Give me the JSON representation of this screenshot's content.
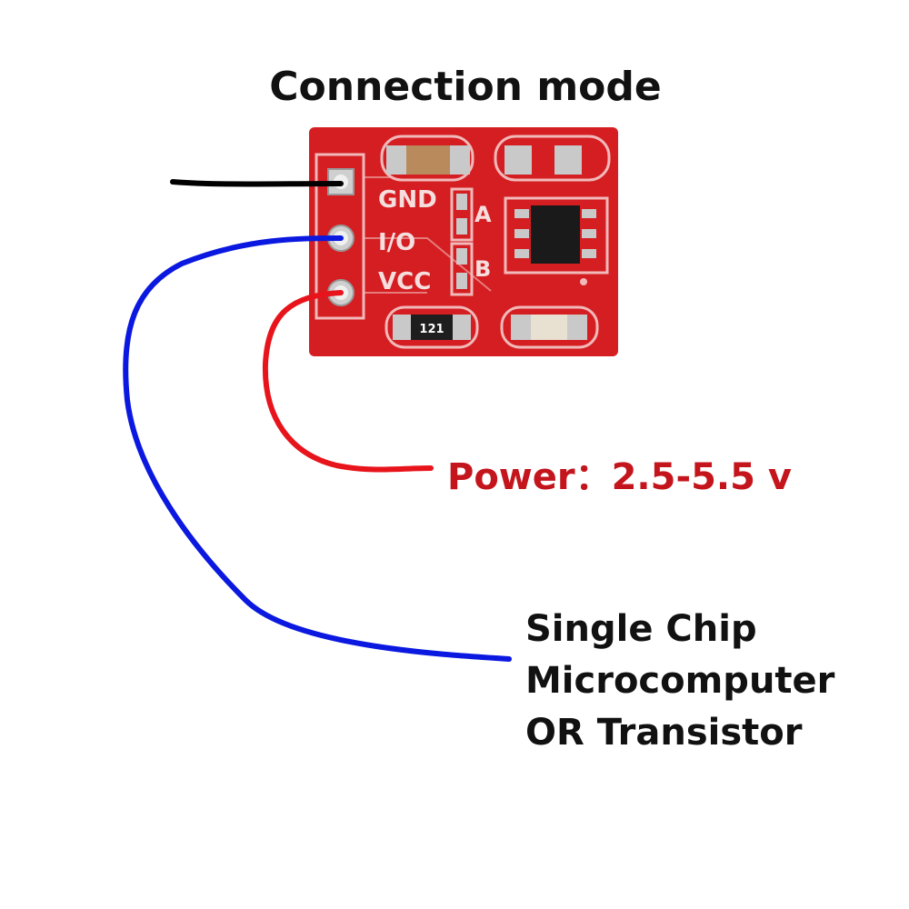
{
  "title": "Connection mode",
  "board": {
    "pins": [
      "GND",
      "I/O",
      "VCC"
    ],
    "jumpers": [
      "A",
      "B"
    ],
    "resistor_code": "121"
  },
  "labels": {
    "power": "Power：2.5-5.5 v",
    "target_lines": [
      "Single Chip",
      "Microcomputer",
      "OR Transistor"
    ]
  },
  "colors": {
    "board": "#d41e22",
    "wire_gnd": "#000000",
    "wire_io": "#0a18e0",
    "wire_vcc": "#e8141c",
    "power_text": "#c4141c"
  }
}
